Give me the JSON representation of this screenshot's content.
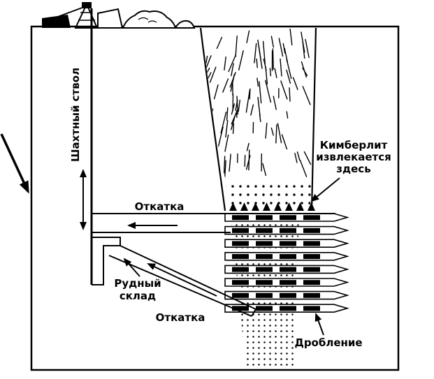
{
  "labels": {
    "shaft": "Шахтный ствол",
    "haulage_upper": "Откатка",
    "kimberlite": [
      "Кимберлит",
      "извлекается",
      "здесь"
    ],
    "ore_storage": [
      "Рудный",
      "склад"
    ],
    "haulage_lower": "Откатка",
    "crushing": "Дробление"
  },
  "colors": {
    "ink": "#000000",
    "paper": "#ffffff"
  }
}
